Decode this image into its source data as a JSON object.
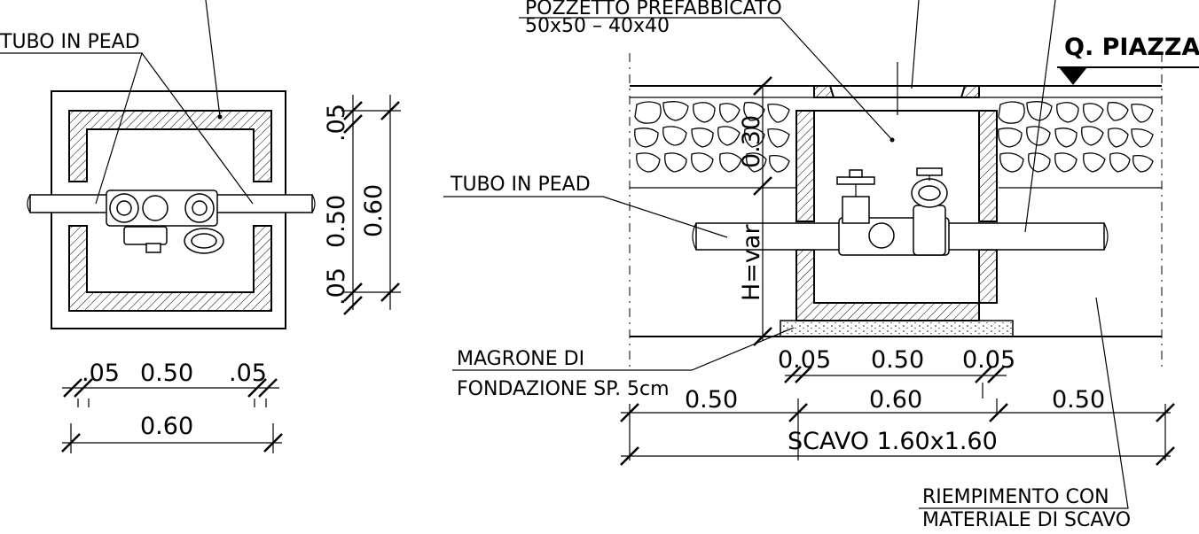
{
  "labels": {
    "tubo_left": "TUBO IN PEAD",
    "pozzetto_line1": "POZZETTO PREFABBICATO",
    "pozzetto_line2": "50x50 – 40x40",
    "quota": "Q. PIAZZALE",
    "tubo_section": "TUBO IN PEAD",
    "magrone_line1": "MAGRONE DI",
    "magrone_line2": "FONDAZIONE SP. 5cm",
    "riempimento_line1": "RIEMPIMENTO CON",
    "riempimento_line2": "MATERIALE DI SCAVO",
    "height": "H=var",
    "depth": "0.30",
    "scavo": "SCAVO 1.60x1.60"
  },
  "plan_dims": {
    "bottom_row": [
      ".05",
      "0.50",
      ".05"
    ],
    "bottom_total": "0.60",
    "right_col": [
      ".05",
      "0.50",
      ".05"
    ],
    "right_total": "0.60"
  },
  "section_dims": {
    "top_row": [
      "0.05",
      "0.50",
      "0.05"
    ],
    "mid_row": [
      "0.50",
      "0.60",
      "0.50"
    ]
  }
}
